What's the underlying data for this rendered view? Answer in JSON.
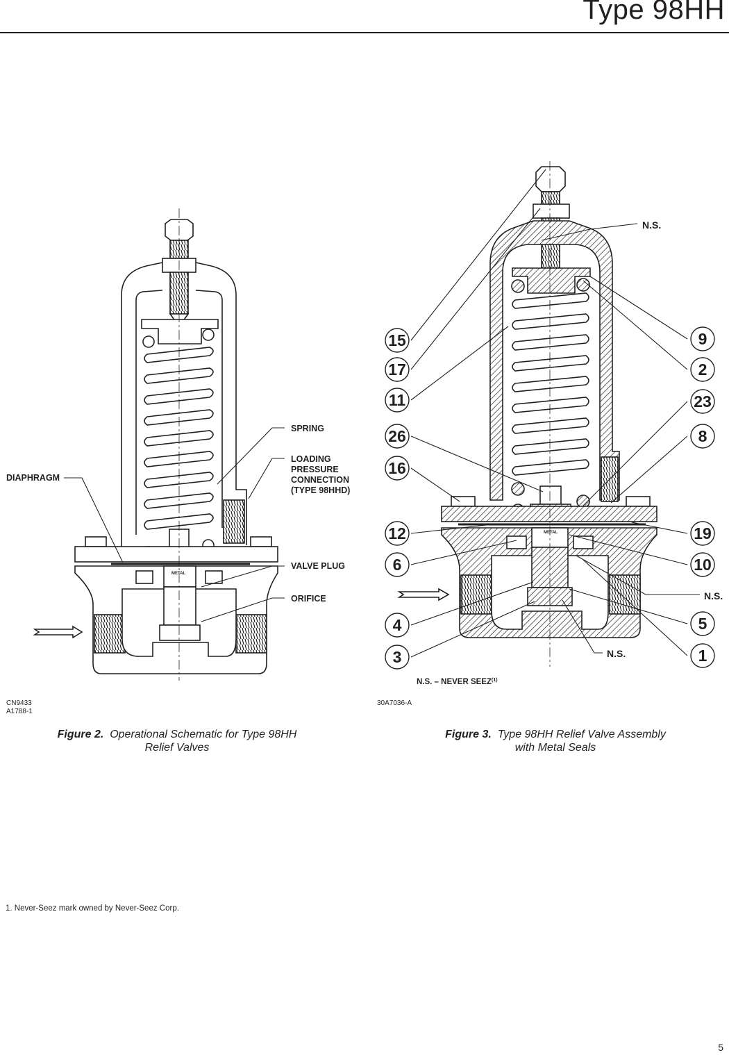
{
  "header": {
    "title": "Type 98HH"
  },
  "figure2": {
    "labels": {
      "spring": "SPRING",
      "loading1": "LOADING",
      "loading2": "PRESSURE",
      "loading3": "CONNECTION",
      "loading4": "(TYPE 98HHD)",
      "diaphragm": "DIAPHRAGM",
      "valve_plug": "VALVE PLUG",
      "orifice": "ORIFICE",
      "metal": "METAL"
    },
    "drawing_ids": [
      "CN9433",
      "A1788-1"
    ],
    "caption_number": "Figure 2.",
    "caption_line1": "Operational Schematic for Type 98HH",
    "caption_line2": "Relief Valves"
  },
  "figure3": {
    "left_callouts": [
      "15",
      "17",
      "11",
      "26",
      "16",
      "12",
      "6",
      "4",
      "3"
    ],
    "right_callouts": [
      "9",
      "2",
      "23",
      "8",
      "19",
      "10",
      "5",
      "1"
    ],
    "ns_label": "N.S.",
    "metal": "METAL",
    "legend": "N.S. – NEVER SEEZ",
    "legend_sup": "(1)",
    "drawing_id": "30A7036-A",
    "caption_number": "Figure 3.",
    "caption_line1": "Type 98HH Relief Valve Assembly",
    "caption_line2": "with Metal Seals"
  },
  "footnote": "1.  Never-Seez mark owned by Never-Seez Corp.",
  "page_number": "5"
}
